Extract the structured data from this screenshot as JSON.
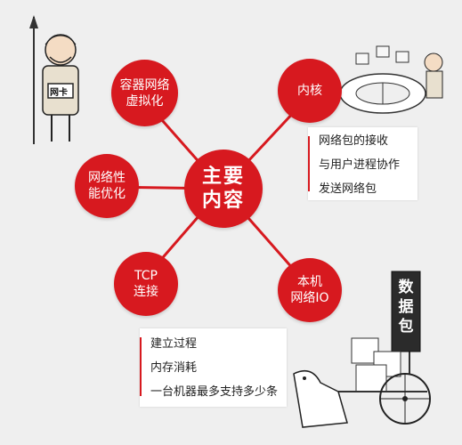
{
  "diagram": {
    "center": {
      "line1": "主要",
      "line2": "内容"
    },
    "nodes": {
      "container_net": {
        "line1": "容器网络",
        "line2": "虚拟化"
      },
      "kernel": {
        "line1": "内核"
      },
      "perf": {
        "line1": "网络性",
        "line2": "能优化"
      },
      "tcp": {
        "line1": "TCP",
        "line2": "连接"
      },
      "local": {
        "line1": "本机",
        "line2": "网络IO"
      }
    },
    "kernel_details": [
      "网络包的接收",
      "与用户进程协作",
      "发送网络包"
    ],
    "tcp_details": [
      "建立过程",
      "内存消耗",
      "一台机器最多支持多少条"
    ]
  },
  "illustrations": {
    "soldier_badge": "网卡",
    "cart_flag": "数据包"
  },
  "colors": {
    "accent": "#d7191f",
    "background": "#efefef"
  }
}
